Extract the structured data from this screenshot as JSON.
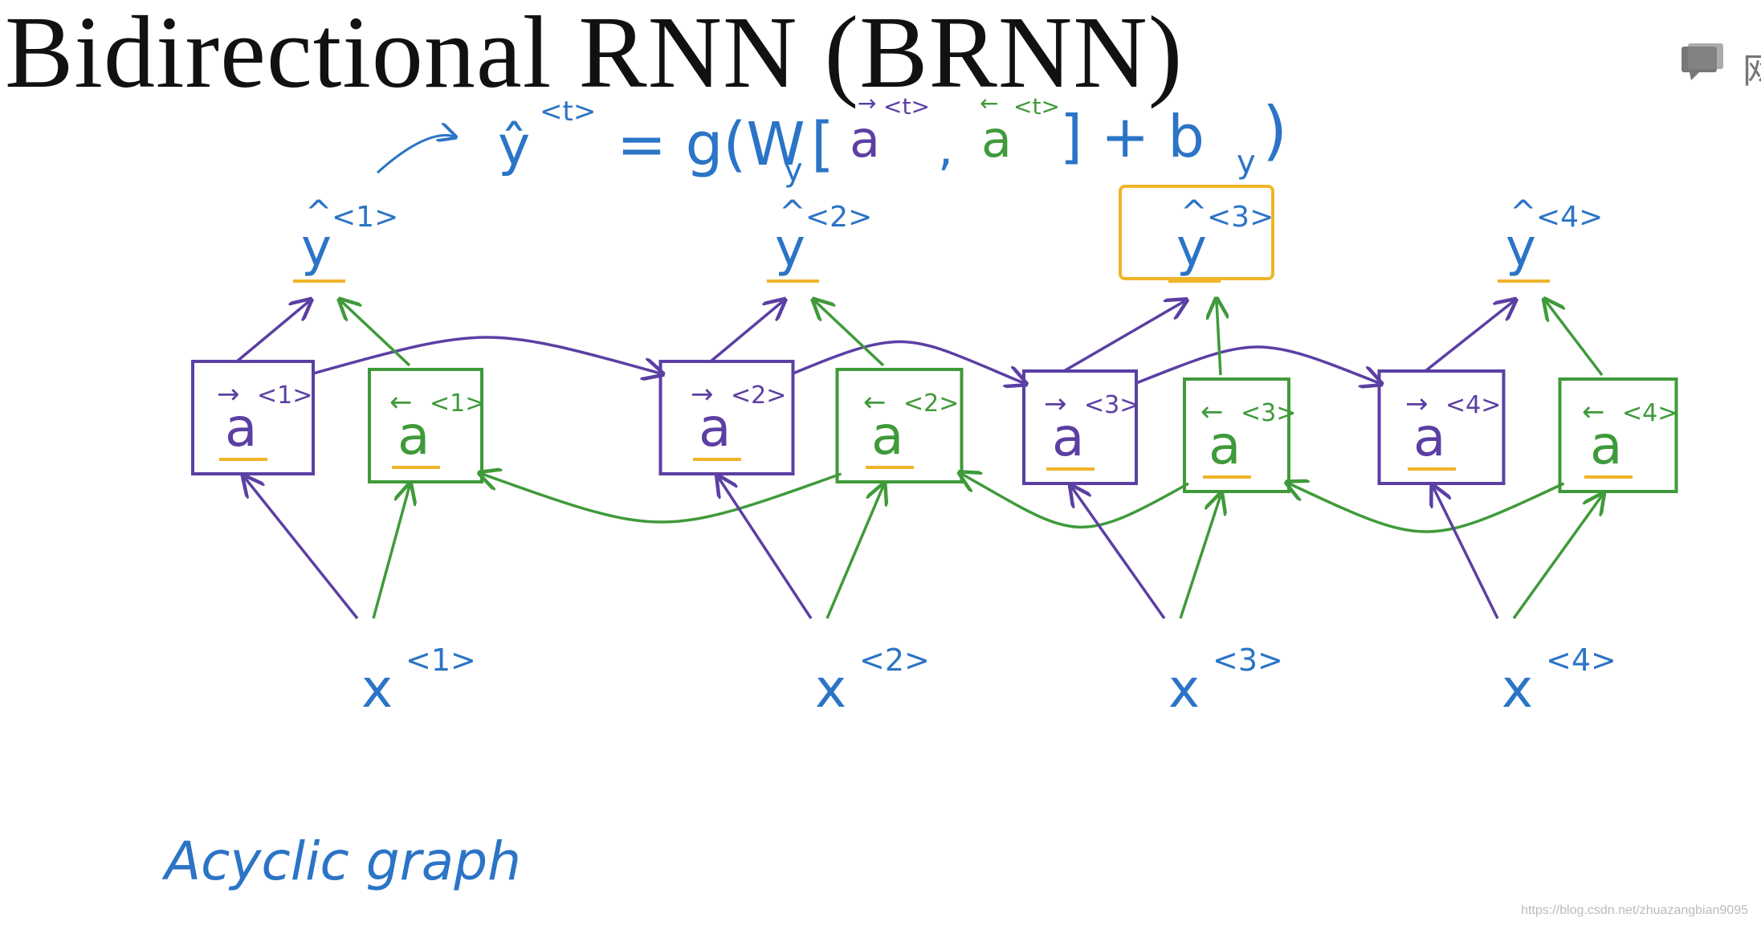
{
  "title": "Bidirectional RNN (BRNN)",
  "formula": {
    "lhs": "ŷ",
    "lhs_sup": "<t>",
    "rhs_prefix": "= g(W",
    "rhs_sub": "y",
    "fwd_term": "a",
    "fwd_sup": "<t>",
    "bwd_term": "a",
    "bwd_sup": "<t>",
    "rhs_suffix": "] + b",
    "bias_sub": "y",
    "close": ")"
  },
  "outputs": [
    {
      "symbol": "y",
      "sup": "<1>",
      "highlighted": false
    },
    {
      "symbol": "y",
      "sup": "<2>",
      "highlighted": false
    },
    {
      "symbol": "y",
      "sup": "<3>",
      "highlighted": true
    },
    {
      "symbol": "y",
      "sup": "<4>",
      "highlighted": false
    }
  ],
  "forward_cells": [
    {
      "symbol": "a",
      "sup": "<1>"
    },
    {
      "symbol": "a",
      "sup": "<2>"
    },
    {
      "symbol": "a",
      "sup": "<3>"
    },
    {
      "symbol": "a",
      "sup": "<4>"
    }
  ],
  "backward_cells": [
    {
      "symbol": "a",
      "sup": "<1>"
    },
    {
      "symbol": "a",
      "sup": "<2>"
    },
    {
      "symbol": "a",
      "sup": "<3>"
    },
    {
      "symbol": "a",
      "sup": "<4>"
    }
  ],
  "inputs": [
    {
      "symbol": "x",
      "sup": "<1>"
    },
    {
      "symbol": "x",
      "sup": "<2>"
    },
    {
      "symbol": "x",
      "sup": "<3>"
    },
    {
      "symbol": "x",
      "sup": "<4>"
    }
  ],
  "note": "Acyclic graph",
  "watermark": "https://blog.csdn.net/zhuazangbian9095",
  "corner_glyph": "网",
  "colors": {
    "forward": "#5b3fa3",
    "backward": "#3f9a3a",
    "math": "#2b74c6",
    "highlight": "#f0b429",
    "title": "#111111"
  }
}
